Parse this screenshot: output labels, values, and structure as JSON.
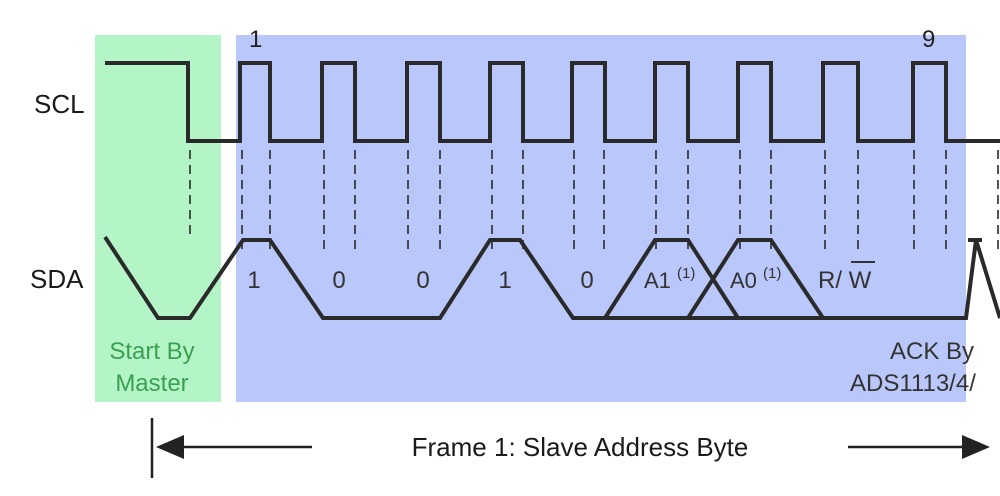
{
  "signals": {
    "clock": "SCL",
    "data": "SDA"
  },
  "clock_numbers": {
    "first": "1",
    "last": "9"
  },
  "bits": [
    "1",
    "0",
    "0",
    "1",
    "0"
  ],
  "address_pins": [
    {
      "name": "A1",
      "note": "(1)"
    },
    {
      "name": "A0",
      "note": "(1)"
    }
  ],
  "rw": {
    "read": "R/",
    "write": "W"
  },
  "start_zone": {
    "line1": "Start By",
    "line2": "Master",
    "color": "#b3f5c6",
    "text_color": "#3b9f52"
  },
  "frame_zone": {
    "color": "#b9c7fb"
  },
  "ack": {
    "line1": "ACK By",
    "line2": "ADS1113/4/"
  },
  "frame_label": "Frame 1: Slave Address Byte"
}
